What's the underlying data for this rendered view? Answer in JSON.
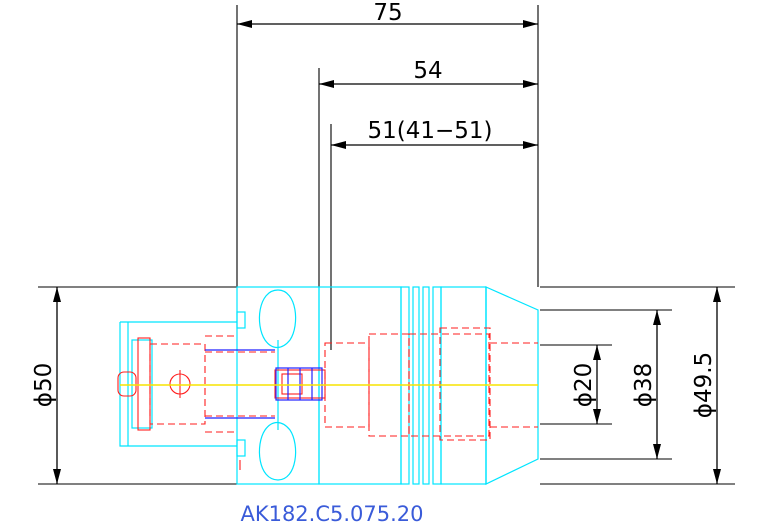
{
  "drawing": {
    "part_number": "AK182.C5.075.20",
    "part_number_color": "#3a5bd9",
    "colors": {
      "outline": "#00e5ff",
      "hidden_parts": "#ff1e1e",
      "shaft": "#2222ff",
      "centerline": "#f7e400",
      "dimension": "#000000"
    },
    "dimensions": {
      "length_total": "75",
      "length_mid": "54",
      "length_adjust": "51(41−51)",
      "dia_left": "ϕ50",
      "dia_bore": "ϕ20",
      "dia_mid": "ϕ38",
      "dia_outer": "ϕ49.5"
    }
  }
}
